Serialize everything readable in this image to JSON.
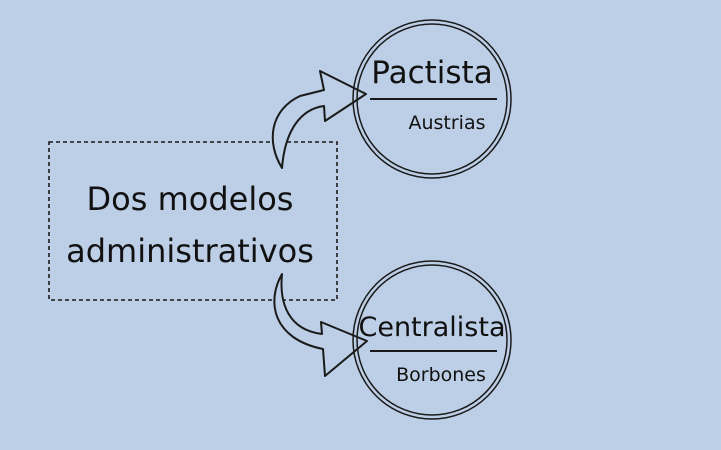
{
  "diagram": {
    "background_color": "#bccfe6",
    "stroke_color": "#1a1a1a",
    "main_box": {
      "line1": "Dos modelos",
      "line2": "administrativos"
    },
    "models": [
      {
        "title": "Pactista",
        "subtitle": "Austrias"
      },
      {
        "title": "Centralista",
        "subtitle": "Borbones"
      }
    ]
  }
}
